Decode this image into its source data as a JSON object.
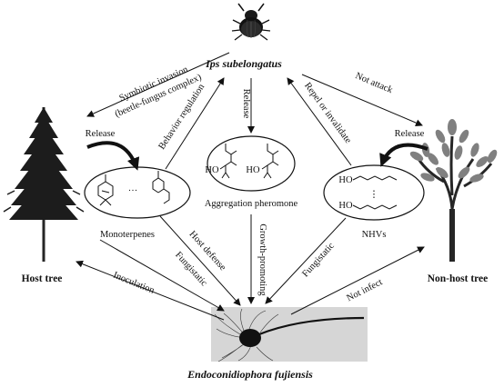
{
  "nodes": {
    "beetle": "Ips subelongatus",
    "host": "Host tree",
    "nonhost": "Non-host tree",
    "fungus": "Endoconidiophora fujiensis"
  },
  "compounds": {
    "monoterpenes": "Monoterpenes",
    "pheromone": "Aggregation pheromone",
    "nhvs": "NHVs",
    "ellipsis": "···",
    "ellipsis_v": "⋮",
    "ho": "HO"
  },
  "edges": {
    "symbiotic_1": "Symbiotic invasion",
    "symbiotic_2": "(beetle-fungus complex)",
    "behavior": "Behavior regulation",
    "release_beetle": "Release",
    "repel": "Repel or invalidate",
    "not_attack": "Not attack",
    "release_host": "Release",
    "release_nonhost": "Release",
    "host_defense": "Host defense",
    "fungistatic_left": "Fungistatic",
    "growth": "Growth-promoting",
    "fungistatic_right": "Fungistatic",
    "inoculation": "Inoculation",
    "not_infect": "Not  infect"
  },
  "colors": {
    "ink": "#111111",
    "conifer": "#1c1c1c",
    "leaf": "#808080",
    "trunk": "#262626"
  }
}
